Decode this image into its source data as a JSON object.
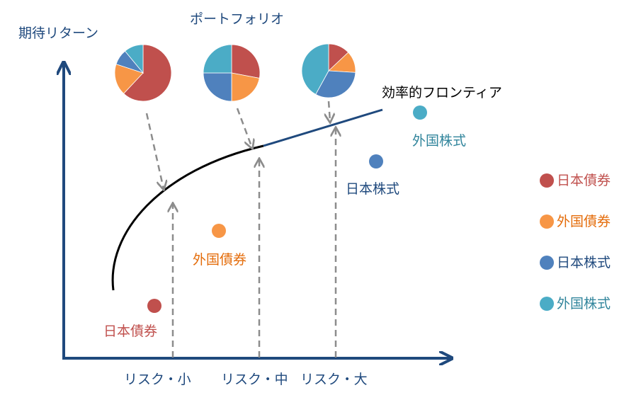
{
  "axes": {
    "y_label": "期待リターン",
    "x_ticks": [
      "リスク・小",
      "リスク・中",
      "リスク・大"
    ],
    "color": "#1f497d"
  },
  "portfolio_title": "ポートフォリオ",
  "frontier_label": "効率的フロンティア",
  "asset_classes": [
    {
      "name": "日本債券",
      "color": "#c0504d"
    },
    {
      "name": "外国債券",
      "color": "#f79646"
    },
    {
      "name": "日本株式",
      "color": "#4f81bd"
    },
    {
      "name": "外国株式",
      "color": "#4bacc6"
    }
  ],
  "assets": [
    {
      "name": "日本債券",
      "color": "#c0504d",
      "risk_level": "低",
      "return_level": "低"
    },
    {
      "name": "外国債券",
      "color": "#f79646",
      "risk_level": "低〜中",
      "return_level": "中"
    },
    {
      "name": "日本株式",
      "color": "#4f81bd",
      "risk_level": "大",
      "return_level": "高"
    },
    {
      "name": "外国株式",
      "color": "#4bacc6",
      "risk_level": "大以上",
      "return_level": "最高"
    }
  ],
  "portfolios": [
    {
      "risk": "リスク・小",
      "weights": {
        "日本債券": 62,
        "外国債券": 18,
        "日本株式": 9,
        "外国株式": 11
      }
    },
    {
      "risk": "リスク・中",
      "weights": {
        "日本債券": 28,
        "外国債券": 22,
        "日本株式": 25,
        "外国株式": 25
      }
    },
    {
      "risk": "リスク・大",
      "weights": {
        "日本債券": 13,
        "外国債券": 13,
        "日本株式": 32,
        "外国株式": 42
      }
    }
  ]
}
